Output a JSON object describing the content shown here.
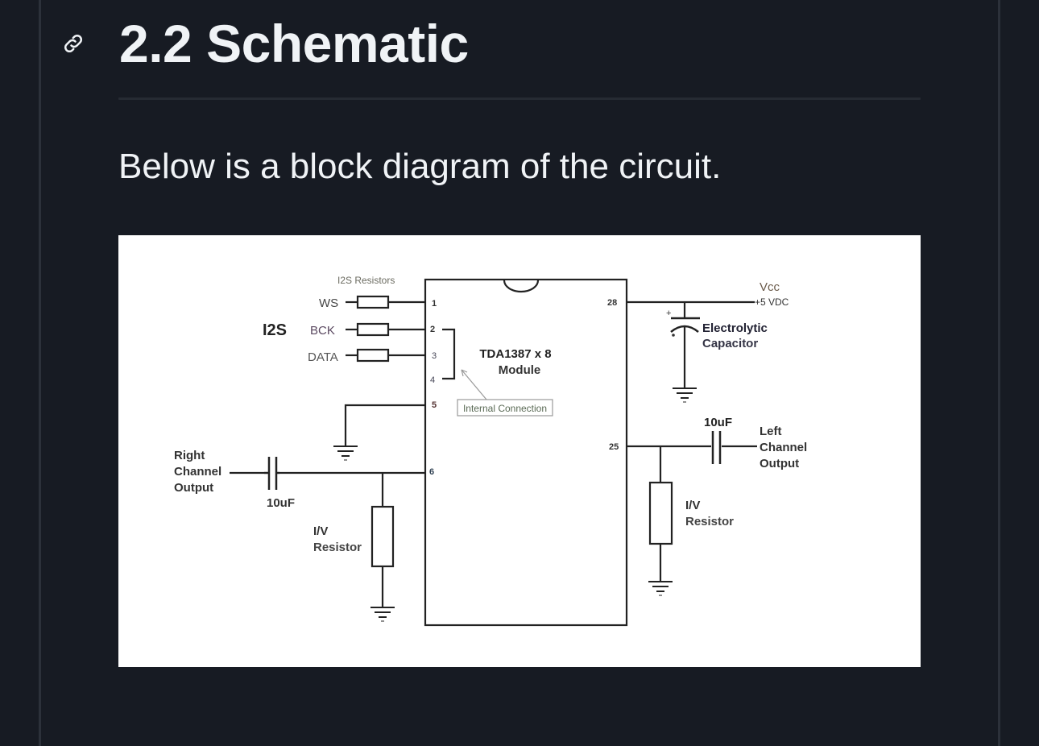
{
  "section": {
    "number": "2.2",
    "title": "2.2 Schematic",
    "anchor_icon": "link-icon",
    "intro": "Below is a block diagram of the circuit."
  },
  "colors": {
    "page_bg": "#171b23",
    "text": "#f0f3f6",
    "rule": "#262b33",
    "figure_bg": "#ffffff",
    "wire": "#222222"
  },
  "schematic": {
    "chip_name": "TDA1387 x 8",
    "chip_sub": "Module",
    "i2s_label": "I2S",
    "i2s_resistors_label": "I2S Resistors",
    "signals": [
      "WS",
      "BCK",
      "DATA"
    ],
    "pins": {
      "p1": "1",
      "p2": "2",
      "p3": "3",
      "p4": "4",
      "p5": "5",
      "p6": "6",
      "p25": "25",
      "p28": "28"
    },
    "internal_connection": "Internal Connection",
    "vcc": "Vcc",
    "vcc_value": "+5 VDC",
    "electrolytic_1": "Electrolytic",
    "electrolytic_2": "Capacitor",
    "cap_plus": "+",
    "left_cap": "10uF",
    "left_out_1": "Left",
    "left_out_2": "Channel",
    "left_out_3": "Output",
    "left_res_1": "I/V",
    "left_res_2": "Resistor",
    "right_out_1": "Right",
    "right_out_2": "Channel",
    "right_out_3": "Output",
    "right_cap": "10uF",
    "right_res_1": "I/V",
    "right_res_2": "Resistor"
  }
}
